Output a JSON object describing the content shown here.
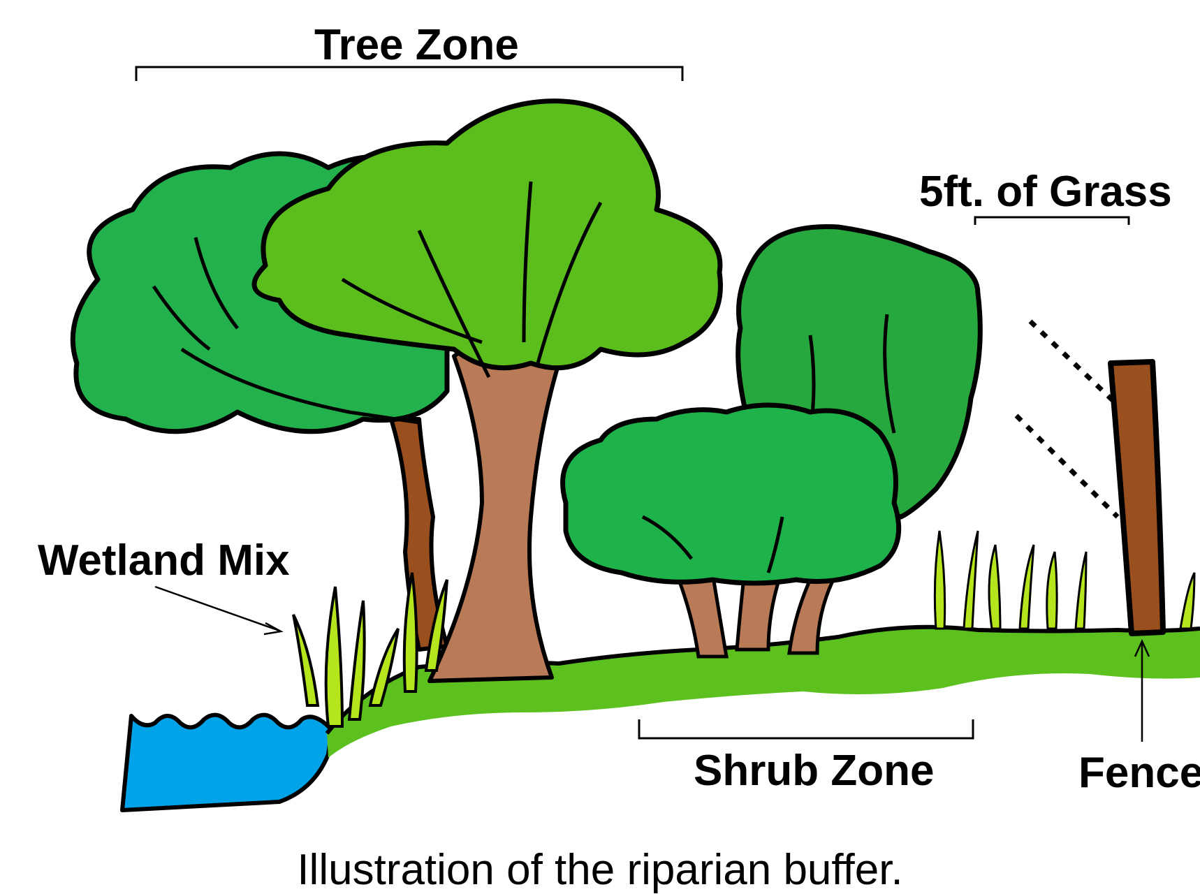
{
  "labels": {
    "tree_zone": "Tree Zone",
    "grass": "5ft. of Grass",
    "wetland": "Wetland Mix",
    "shrub_zone": "Shrub Zone",
    "fence": "Fence"
  },
  "caption": "Illustration of the riparian buffer.",
  "colors": {
    "water": "#00a2e8",
    "ground": "#5cc11e",
    "tree_dark": "#22b14c",
    "tree_light": "#5cbe1c",
    "shrub": "#1db34a",
    "bush": "#26a83e",
    "trunk_brown": "#9a4f1e",
    "trunk_tan": "#b97a57",
    "fence_post": "#9a4f1e",
    "reed": "#b5e61d"
  }
}
